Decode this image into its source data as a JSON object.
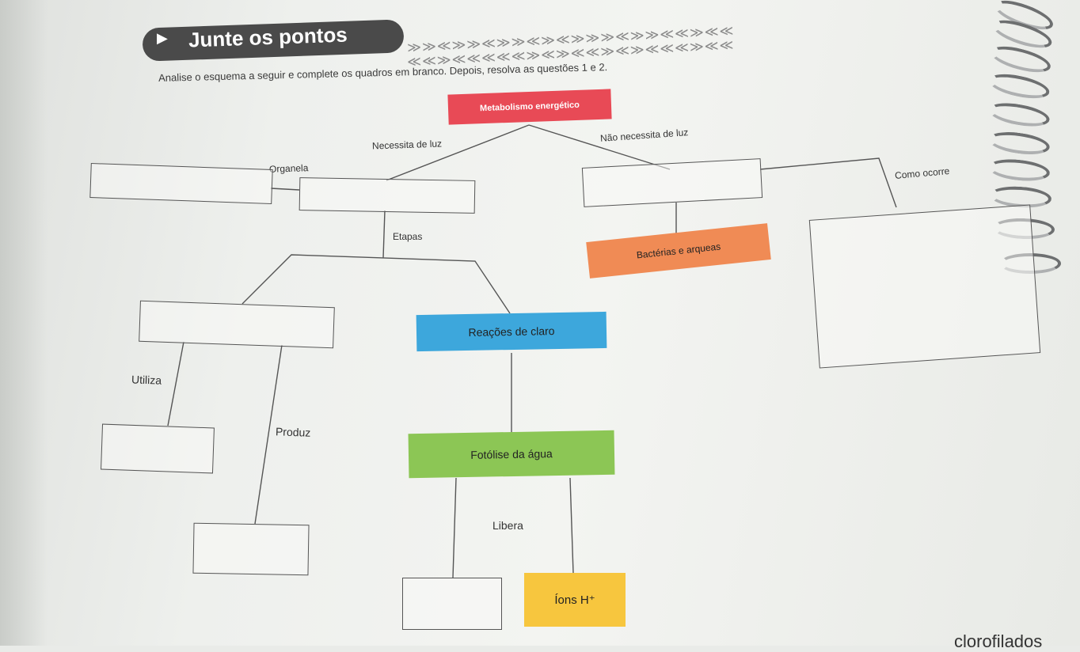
{
  "header": {
    "title": "Junte os pontos",
    "decoration_top": "≫≫≪≫≫≪≫≫≪≫≪≫≫≫≪≫≫≪≪≫≪≪",
    "decoration_bottom": "≪≪≫≪≪≪≪≪≫≪≫≪≪≫≪≫≪≪≪≫≪≪"
  },
  "instructions": "Analise o esquema a seguir e complete os quadros em branco. Depois, resolva as questões 1 e 2.",
  "diagram": {
    "root": "Metabolismo energético",
    "needs_light": "Necessita de luz",
    "no_light": "Não necessita de luz",
    "organelle": "Organela",
    "stages": "Etapas",
    "how_occurs": "Como ocorre",
    "bacteria": "Bactérias e arqueas",
    "light_reactions": "Reações de claro",
    "photolysis": "Fotólise da água",
    "uses": "Utiliza",
    "produces": "Produz",
    "releases": "Libera",
    "ions": "Íons H⁺"
  },
  "colors": {
    "root": "#e84a56",
    "bacteria": "#f08b55",
    "light_reactions": "#3da7dc",
    "photolysis": "#8cc655",
    "ions": "#f7c63e"
  },
  "footer_fragment": "clorofilados"
}
